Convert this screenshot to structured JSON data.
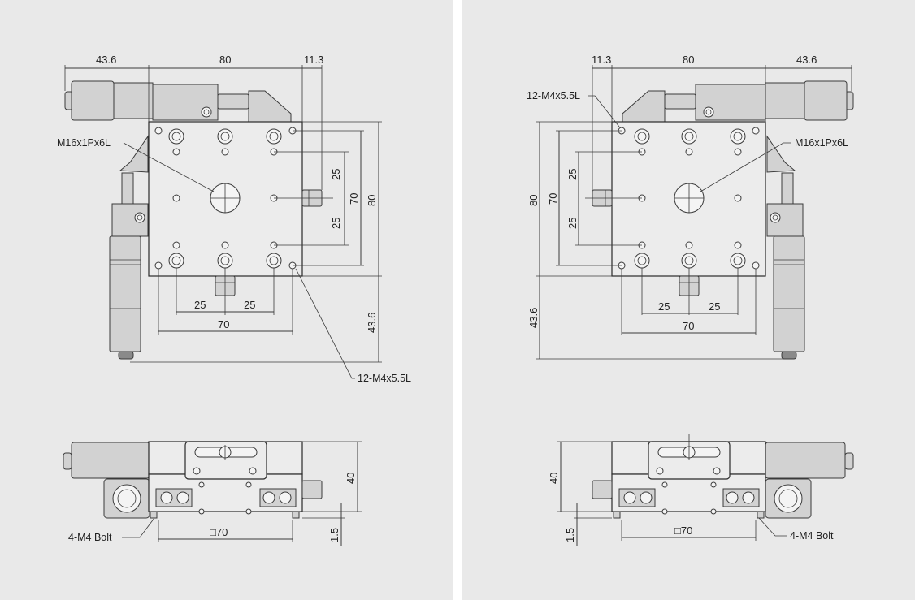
{
  "left_view": {
    "top": {
      "dim_43_6_top": "43.6",
      "dim_80_top": "80",
      "dim_11_3": "11.3",
      "label_center_thread": "M16x1Px6L",
      "dim_25_v_upper": "25",
      "dim_25_v_lower": "25",
      "dim_70_v": "70",
      "dim_80_v": "80",
      "dim_25_h_left": "25",
      "dim_25_h_right": "25",
      "dim_70_h": "70",
      "dim_43_6_v": "43.6",
      "label_holes": "12-M4x5.5L"
    },
    "side": {
      "dim_40": "40",
      "dim_1_5": "1.5",
      "dim_square_70": "□70",
      "label_bolt": "4-M4 Bolt"
    }
  },
  "right_view": {
    "top": {
      "dim_11_3": "11.3",
      "dim_80_top": "80",
      "dim_43_6_top": "43.6",
      "label_holes": "12-M4x5.5L",
      "label_center_thread": "M16x1Px6L",
      "dim_80_v": "80",
      "dim_70_v": "70",
      "dim_25_v_upper": "25",
      "dim_25_v_lower": "25",
      "dim_25_h_left": "25",
      "dim_25_h_right": "25",
      "dim_70_h": "70",
      "dim_43_6_v": "43.6"
    },
    "side": {
      "dim_40": "40",
      "dim_1_5": "1.5",
      "dim_square_70": "□70",
      "label_bolt": "4-M4 Bolt"
    }
  }
}
